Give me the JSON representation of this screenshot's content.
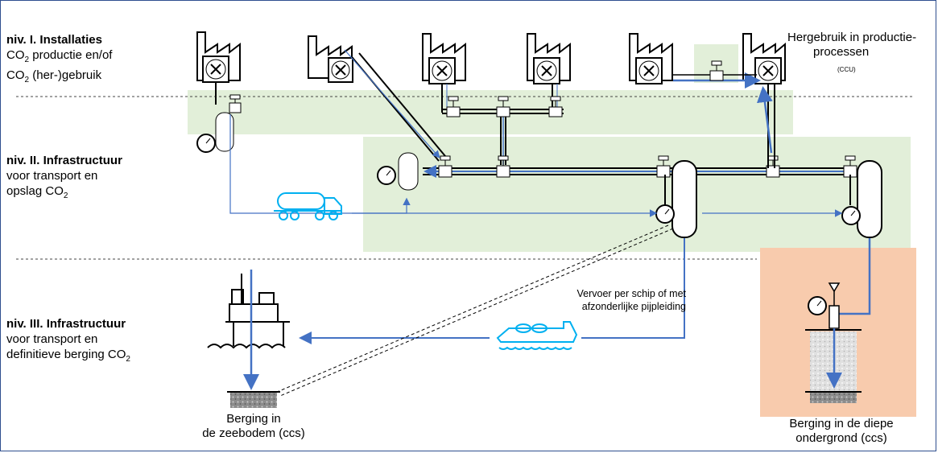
{
  "levels": [
    {
      "title": "niv. I. Installaties",
      "line1_a": "CO",
      "line1_sub": "2",
      "line1_b": " productie en/of",
      "line2_a": "CO",
      "line2_sub": "2",
      "line2_b": " (her-)gebruik"
    },
    {
      "title": "niv. II. Infrastructuur",
      "line1": "voor transport en",
      "line2_a": "opslag CO",
      "line2_sub": "2"
    },
    {
      "title": "niv. III. Infrastructuur",
      "line1": "voor transport en",
      "line2_a": "definitieve berging CO",
      "line2_sub": "2"
    }
  ],
  "labels": {
    "reuse_line1": "Hergebruik in productie-",
    "reuse_line2": "processen",
    "reuse_abbr": "(CCU)",
    "transport_line1": "Vervoer per schip of met",
    "transport_line2": "afzonderlijke pijpleiding",
    "seabed_line1": "Berging in",
    "seabed_line2": "de zeebodem (ccs)",
    "deep_line1": "Berging in de diepe",
    "deep_line2": "ondergrond (ccs)"
  },
  "colors": {
    "green_zone": "#e2efd9",
    "orange_zone": "#f8cbad",
    "flow_blue": "#4472c4",
    "icon_cyan": "#00b0f0"
  },
  "icons": [
    "factory-icon",
    "fan-icon",
    "valve-icon",
    "gauge-icon",
    "tank-icon",
    "truck-icon",
    "ship-icon",
    "platform-icon",
    "storage-layer-icon",
    "wellhead-icon"
  ]
}
